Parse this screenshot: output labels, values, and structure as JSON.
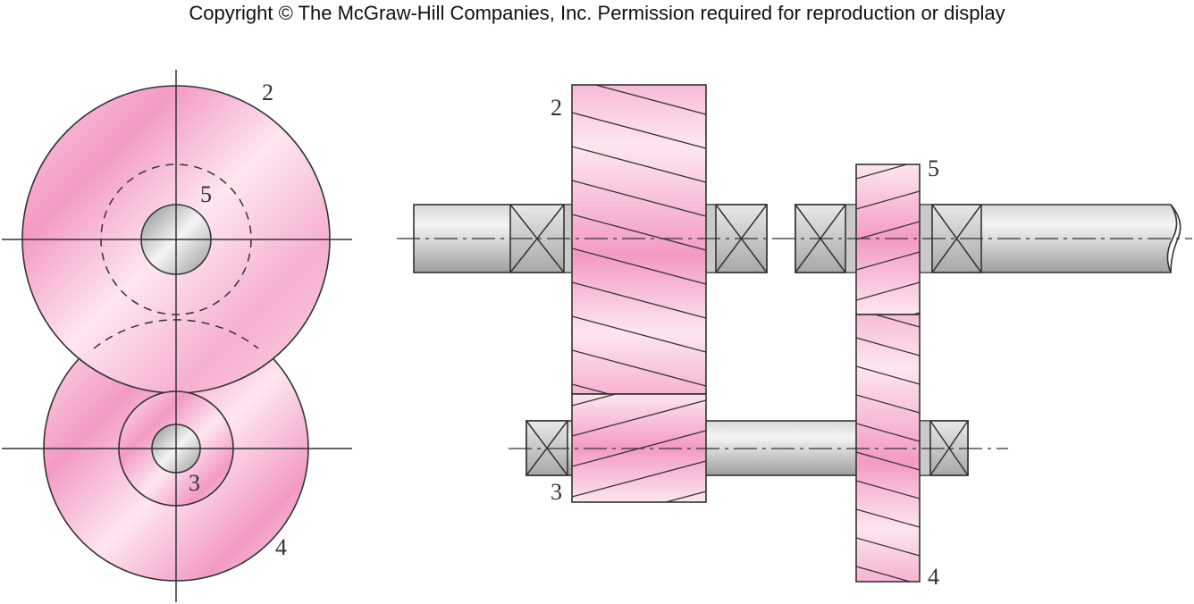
{
  "header": {
    "copyright": "Copyright © The McGraw-Hill Companies, Inc. Permission required for reproduction or display"
  },
  "labels": {
    "end_view": {
      "gear2": "2",
      "gear5": "5",
      "gear3": "3",
      "gear4": "4"
    },
    "side_view": {
      "gear2": "2",
      "gear5": "5",
      "gear3": "3",
      "gear4": "4"
    }
  },
  "colors": {
    "gear_pink_dark": "#f39ac4",
    "gear_pink_light": "#fde6f0",
    "shaft_gray_dark": "#9e9e9e",
    "shaft_gray_light": "#f2f2f2",
    "outline": "#333333"
  }
}
